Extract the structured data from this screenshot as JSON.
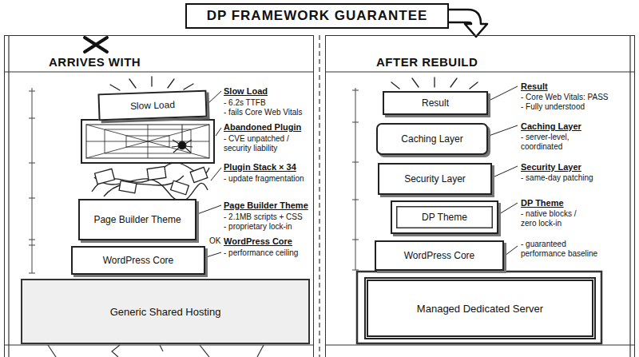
{
  "diagram": {
    "title": "DP FRAMEWORK GUARANTEE",
    "nodes": [
      {
        "text": [
          "ARRIVES WITH"
        ]
      },
      {
        "text": [
          "Slow Load"
        ],
        "in": 0
      },
      {
        "text": [
          "Page Builder Theme"
        ],
        "in": 0
      },
      {
        "text": [
          "WordPress Core"
        ],
        "in": 0
      },
      {
        "text": [
          "Generic Shared Hosting"
        ],
        "in": 0
      },
      {
        "text": [
          "AFTER REBUILD"
        ]
      },
      {
        "text": [
          "Result"
        ],
        "in": 5
      },
      {
        "text": [
          "Caching Layer"
        ],
        "in": 5
      },
      {
        "text": [
          "Security Layer"
        ],
        "in": 5
      },
      {
        "text": [
          "DP Theme"
        ],
        "in": 5
      },
      {
        "text": [
          "WordPress Core"
        ],
        "in": 5
      },
      {
        "text": [
          "Managed Dedicated Server"
        ],
        "in": 5
      }
    ],
    "labels": [
      "Slow Load",
      "- 6.2s TTFB",
      "- fails Core Web Vitals",
      "Abandoned Plugin",
      "- CVE unpatched / security liability",
      "Plugin Stack × 34",
      "- update fragmentation",
      "Page Builder Theme",
      "- 2.1MB scripts + CSS",
      "- proprietary lock-in",
      "OK",
      "WordPress Core",
      "- performance ceiling",
      "Result",
      "- Core Web Vitals: PASS",
      "- Fully understood",
      "Caching Layer",
      "- server-level, coordinated",
      "Security Layer",
      "- same-day patching",
      "DP Theme",
      "- native blocks / zero lock-in",
      "- guaranteed performance baseline"
    ]
  }
}
